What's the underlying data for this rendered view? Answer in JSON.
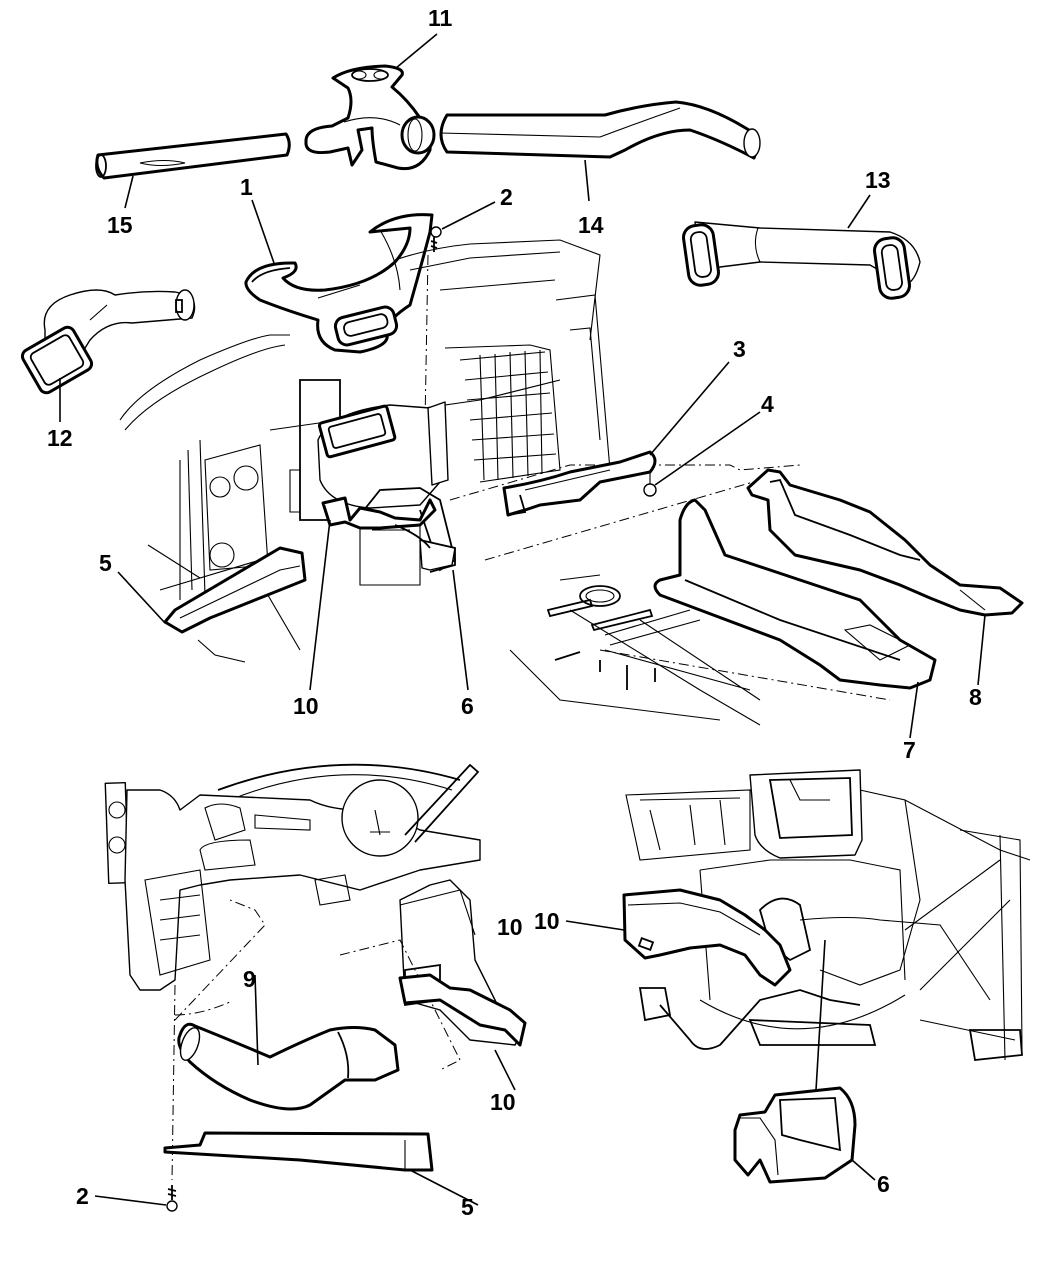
{
  "diagram": {
    "type": "exploded parts diagram",
    "subject": "HVAC air distribution ducts",
    "colors": {
      "line": "#000000",
      "background": "#ffffff"
    },
    "views": [
      {
        "name": "main-assembly-view",
        "callouts": [
          {
            "id": "c11",
            "label": "11",
            "part": "defroster-distribution-duct"
          },
          {
            "id": "c15",
            "label": "15",
            "part": "left-side-window-demister-duct"
          },
          {
            "id": "c14",
            "label": "14",
            "part": "right-side-window-demister-duct"
          },
          {
            "id": "c1",
            "label": "1",
            "part": "defroster-duct"
          },
          {
            "id": "c2a",
            "label": "2",
            "part": "screw"
          },
          {
            "id": "c13",
            "label": "13",
            "part": "center-panel-outlet-duct"
          },
          {
            "id": "c12",
            "label": "12",
            "part": "left-panel-outlet-duct"
          },
          {
            "id": "c3",
            "label": "3",
            "part": "rear-floor-duct-adapter"
          },
          {
            "id": "c4",
            "label": "4",
            "part": "nut"
          },
          {
            "id": "c5a",
            "label": "5",
            "part": "left-floor-duct"
          },
          {
            "id": "c10a",
            "label": "10",
            "part": "floor-distribution-duct"
          },
          {
            "id": "c6a",
            "label": "6",
            "part": "right-floor-duct"
          },
          {
            "id": "c8",
            "label": "8",
            "part": "right-rear-floor-duct"
          },
          {
            "id": "c7",
            "label": "7",
            "part": "left-rear-floor-duct"
          }
        ]
      },
      {
        "name": "steering-column-detail-view",
        "callouts": [
          {
            "id": "c9",
            "label": "9",
            "part": "steering-column-duct"
          },
          {
            "id": "c10b",
            "label": "10",
            "part": "floor-distribution-duct"
          },
          {
            "id": "c10c",
            "label": "10",
            "part": "floor-distribution-duct"
          },
          {
            "id": "c2b",
            "label": "2",
            "part": "screw"
          },
          {
            "id": "c5b",
            "label": "5",
            "part": "left-floor-duct"
          }
        ]
      },
      {
        "name": "hvac-housing-detail-view",
        "callouts": [
          {
            "id": "c10d",
            "label": "10",
            "part": "floor-distribution-duct"
          },
          {
            "id": "c6b",
            "label": "6",
            "part": "right-floor-duct"
          }
        ]
      }
    ]
  }
}
